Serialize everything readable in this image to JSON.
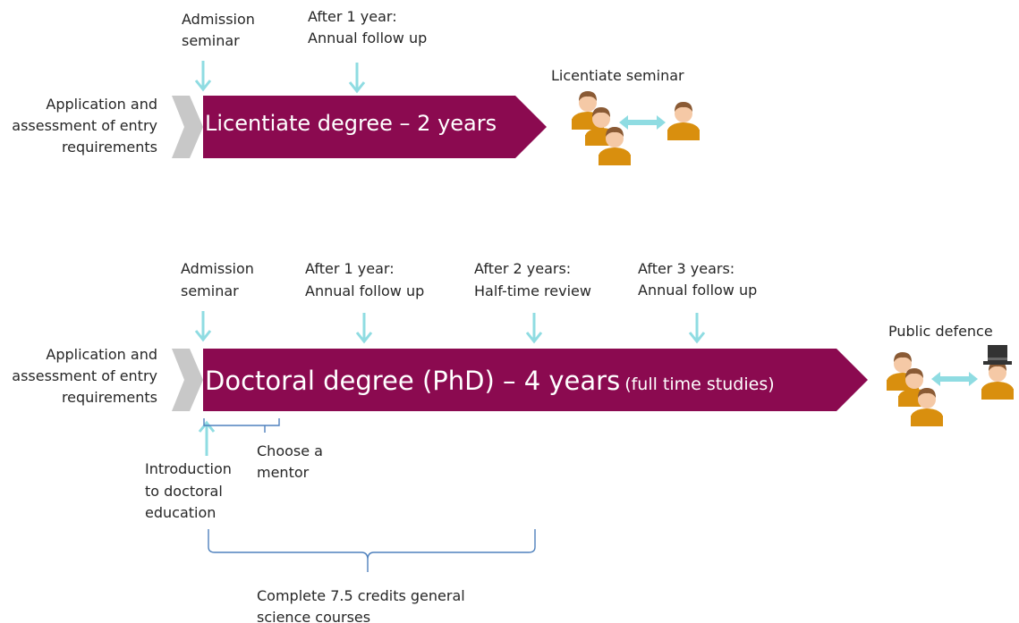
{
  "licentiate": {
    "admission_line1": "Admission",
    "admission_line2": "seminar",
    "year1_line1": "After 1 year:",
    "year1_line2": "Annual follow up",
    "application_line1": "Application and",
    "application_line2": "assessment of entry",
    "application_line3": "requirements",
    "bar_label": "Licentiate degree – 2 years",
    "outcome_label": "Licentiate seminar"
  },
  "doctoral": {
    "admission_line1": "Admission",
    "admission_line2": "seminar",
    "year1_line1": "After 1 year:",
    "year1_line2": "Annual follow up",
    "year2_line1": "After 2 years:",
    "year2_line2": "Half-time review",
    "year3_line1": "After 3 years:",
    "year3_line2": "Annual follow up",
    "application_line1": "Application and",
    "application_line2": "assessment of entry",
    "application_line3": "requirements",
    "bar_label": "Doctoral degree (PhD) – 4 years",
    "bar_sublabel": "(full time studies)",
    "outcome_label": "Public defence",
    "intro_line1": "Introduction",
    "intro_line2": "to doctoral",
    "intro_line3": "education",
    "mentor_line1": "Choose a",
    "mentor_line2": "mentor",
    "courses_line1": "Complete 7.5 credits general",
    "courses_line2": "science courses"
  },
  "colors": {
    "bar": "#8b0a50",
    "start_chevron": "#c8c8c8",
    "arrow": "#8fdce2",
    "bracket": "#4f81bd",
    "person_skin": "#f5c9a6",
    "person_hair": "#8a5a34",
    "person_body": "#d98f0e",
    "hat": "#333333"
  },
  "icons": {
    "committee": "group-of-people-icon",
    "candidate": "person-icon",
    "opponent": "person-with-top-hat-icon",
    "exchange": "double-arrow-icon"
  }
}
